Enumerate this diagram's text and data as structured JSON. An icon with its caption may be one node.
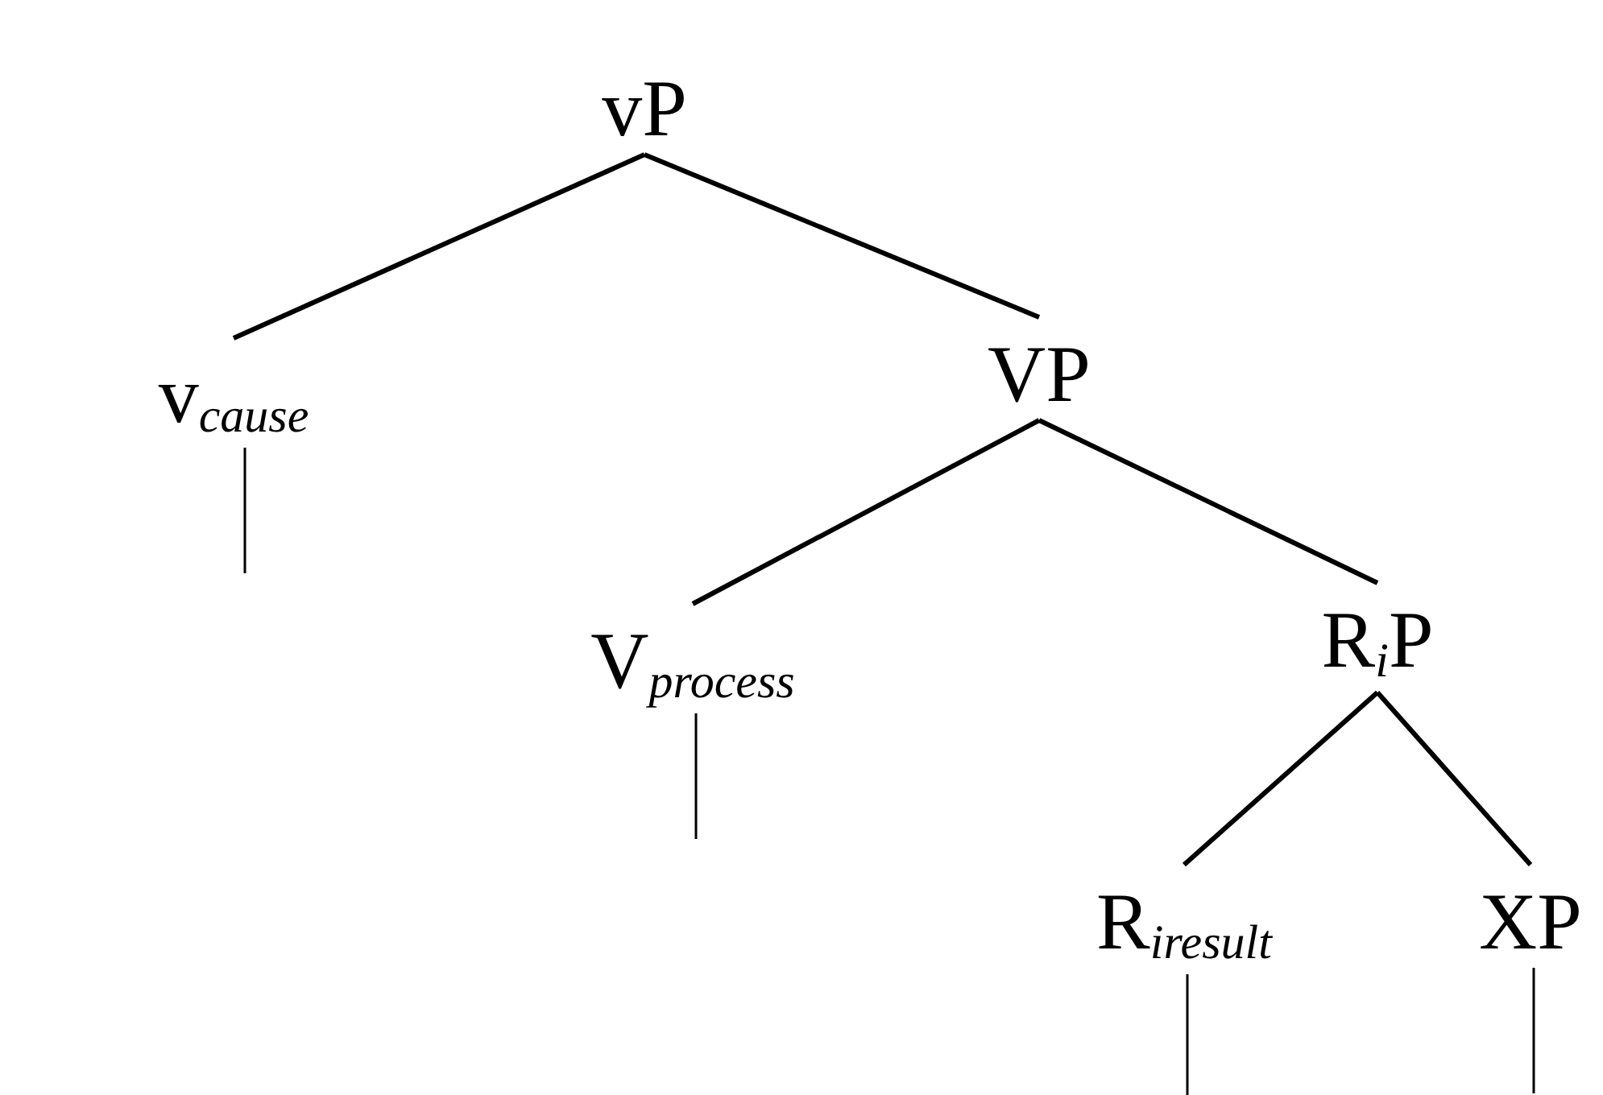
{
  "diagram": {
    "nodes": [
      {
        "text": [
          "vP"
        ]
      },
      {
        "text": [
          "v$_{cause}$"
        ]
      },
      {
        "text": [
          "VP"
        ]
      },
      {
        "text": [
          "V$_{process}$"
        ]
      },
      {
        "text": [
          "R$_{i}$P"
        ]
      },
      {
        "text": [
          "R$_{iresult}$"
        ]
      },
      {
        "text": [
          "XP"
        ]
      }
    ],
    "edges": [
      {
        "from": 0,
        "to": 1,
        "arrow": "none"
      },
      {
        "from": 0,
        "to": 2,
        "arrow": "none"
      },
      {
        "from": 1,
        "to": null,
        "arrow": "none"
      },
      {
        "from": 2,
        "to": 3,
        "arrow": "none"
      },
      {
        "from": 2,
        "to": 4,
        "arrow": "none"
      },
      {
        "from": 3,
        "to": null,
        "arrow": "none"
      },
      {
        "from": 4,
        "to": 5,
        "arrow": "none"
      },
      {
        "from": 4,
        "to": 6,
        "arrow": "none"
      },
      {
        "from": 5,
        "to": null,
        "arrow": "none"
      },
      {
        "from": 6,
        "to": null,
        "arrow": "none"
      }
    ]
  }
}
